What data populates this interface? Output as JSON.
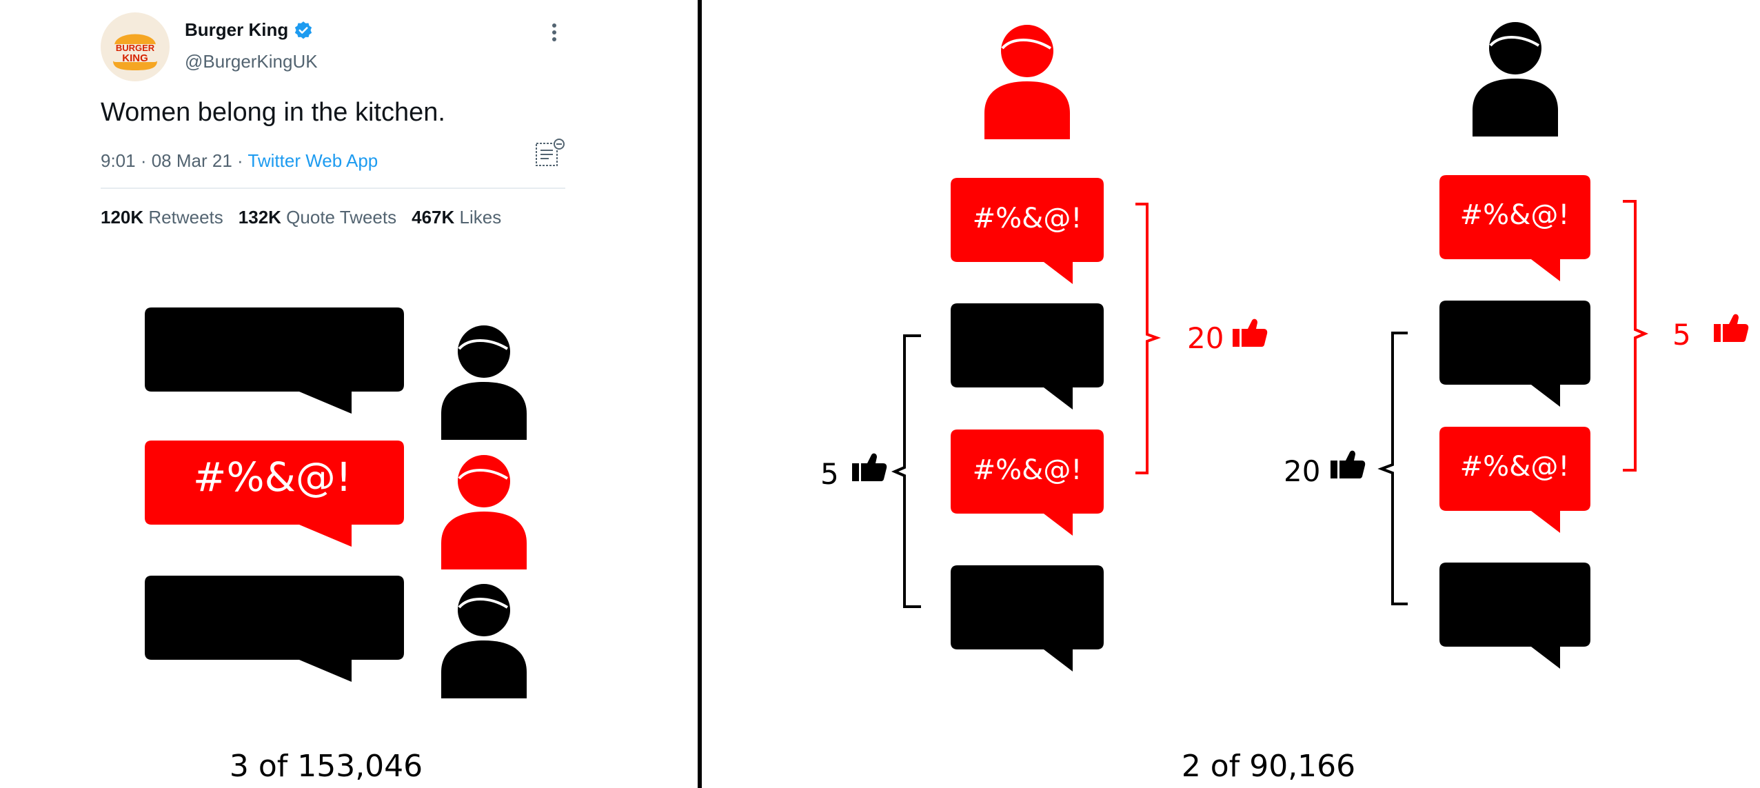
{
  "tweet": {
    "display_name": "Burger King",
    "handle": "@BurgerKingUK",
    "logo_line1": "BURGER",
    "logo_line2": "KING",
    "text": "Women belong in the kitchen.",
    "meta_prefix": "9:01 · 08 Mar 21 · ",
    "source_app": "Twitter Web App",
    "stats": {
      "retweets_count": "120K",
      "retweets_label": "Retweets",
      "quotes_count": "132K",
      "quotes_label": "Quote Tweets",
      "likes_count": "467K",
      "likes_label": "Likes"
    }
  },
  "profanity": "#%&@!",
  "left_panel": {
    "caption": "3 of 153,046"
  },
  "right_panel": {
    "caption": "2 of 90,166",
    "scenario_a": {
      "toxic_likes": "20",
      "civil_likes": "5"
    },
    "scenario_b": {
      "toxic_likes": "5",
      "civil_likes": "20"
    }
  },
  "colors": {
    "toxic": "#ff0000",
    "civil": "#000000",
    "verified": "#1d9bf0"
  }
}
